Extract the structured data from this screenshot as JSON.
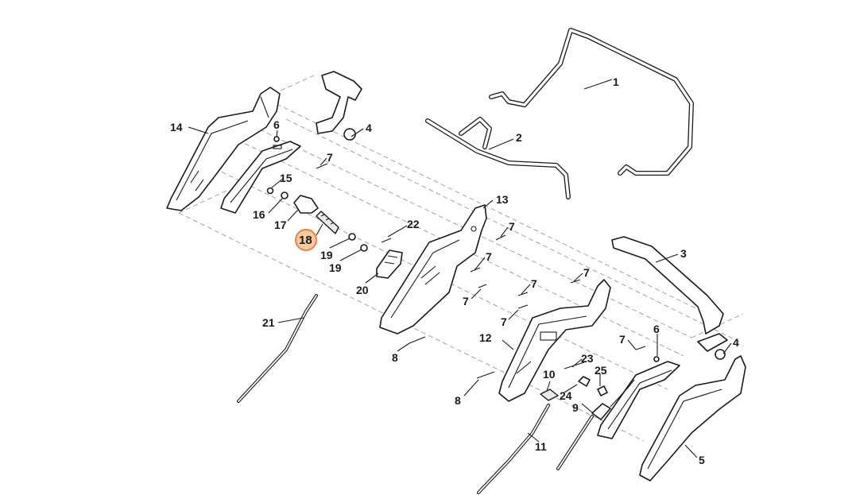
{
  "diagram": {
    "highlighted_part": "18",
    "highlight_color": "#f6c9a4",
    "highlight_border_color": "#e8843e",
    "callouts": {
      "c1": "1",
      "c2": "2",
      "c3": "3",
      "c4a": "4",
      "c4b": "4",
      "c5": "5",
      "c6a": "6",
      "c6b": "6",
      "c7a": "7",
      "c7b": "7",
      "c7c": "7",
      "c7d": "7",
      "c7e": "7",
      "c7f": "7",
      "c7g": "7",
      "c7h": "7",
      "c8a": "8",
      "c8b": "8",
      "c9": "9",
      "c10": "10",
      "c11": "11",
      "c12": "12",
      "c13": "13",
      "c14": "14",
      "c15": "15",
      "c16": "16",
      "c17": "17",
      "c18": "18",
      "c19a": "19",
      "c19b": "19",
      "c20": "20",
      "c21": "21",
      "c22": "22",
      "c23": "23",
      "c24": "24",
      "c25": "25"
    }
  }
}
